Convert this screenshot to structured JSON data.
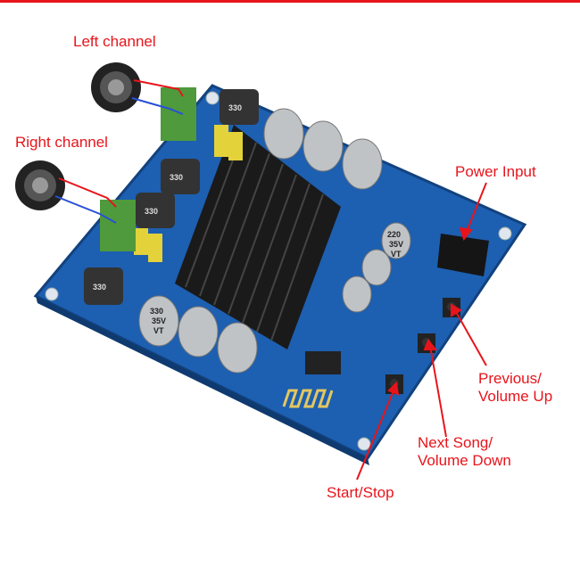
{
  "labels": {
    "left_channel": "Left channel",
    "right_channel": "Right channel",
    "power_input": "Power Input",
    "previous_line1": "Previous/",
    "previous_line2": "Volume Up",
    "next_line1": "Next Song/",
    "next_line2": "Volume Down",
    "start_stop": "Start/Stop"
  },
  "components": {
    "inductor_marking": "330",
    "cap_large": [
      "330",
      "35V",
      "VT"
    ],
    "cap_small": [
      "220",
      "35V",
      "VT"
    ]
  },
  "colors": {
    "accent": "#e8141b",
    "board": "#1d5fb0",
    "heatsink": "#1a1a1a"
  }
}
